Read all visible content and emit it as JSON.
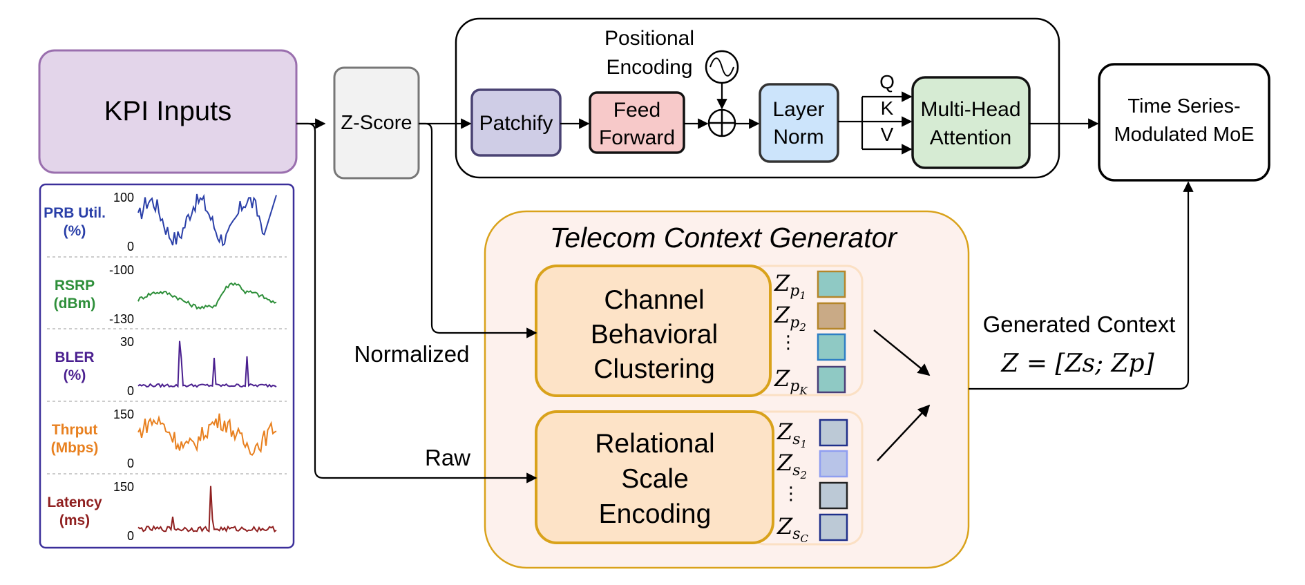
{
  "kpi_box": {
    "label": "KPI Inputs"
  },
  "zscore_box": {
    "label": "Z-Score"
  },
  "encoder": {
    "positional_encoding": [
      "Positional",
      "Encoding"
    ],
    "patchify": "Patchify",
    "feed_forward": [
      "Feed",
      "Forward"
    ],
    "layer_norm": [
      "Layer",
      "Norm"
    ],
    "qkv": [
      "Q",
      "K",
      "V"
    ],
    "attention": [
      "Multi-Head",
      "Attention"
    ]
  },
  "moe_box": {
    "lines": [
      "Time Series-",
      "Modulated MoE"
    ]
  },
  "context_generator": {
    "title": "Telecom Context Generator",
    "clustering": [
      "Channel",
      "Behavioral",
      "Clustering"
    ],
    "scale_encoding": [
      "Relational",
      "Scale",
      "Encoding"
    ],
    "p_tokens": [
      {
        "base": "Z",
        "sub": "p",
        "subsub": "1",
        "color": "#8fc9c4",
        "border": "#b5862a"
      },
      {
        "base": "Z",
        "sub": "p",
        "subsub": "2",
        "color": "#c9aa86",
        "border": "#b5862a"
      },
      {
        "base": "Z",
        "sub": "p",
        "subsub": "K",
        "color": "#8fc9c4",
        "border": "#4a3f78"
      }
    ],
    "p_ellipsis_color": {
      "color": "#8fc9c4",
      "border": "#2e7fc4"
    },
    "s_tokens": [
      {
        "base": "Z",
        "sub": "s",
        "subsub": "1",
        "color": "#bcc9d6",
        "border": "#1f2f8a"
      },
      {
        "base": "Z",
        "sub": "s",
        "subsub": "2",
        "color": "#b8c4e8",
        "border": "#8f9ef0"
      },
      {
        "base": "Z",
        "sub": "s",
        "subsub": "C",
        "color": "#bcc9d6",
        "border": "#1f2f8a"
      }
    ],
    "s_ellipsis_color": {
      "color": "#bcc9d6",
      "border": "#222222"
    }
  },
  "labels": {
    "normalized": "Normalized",
    "raw": "Raw",
    "generated_context": "Generated Context",
    "context_formula": "Z = [Zs; Zp]"
  },
  "kpi_panel": {
    "series": [
      {
        "name": [
          "PRB Util.",
          "(%)"
        ],
        "ymax": "100",
        "ymin": "0",
        "color": "#2a3fa8"
      },
      {
        "name": [
          "RSRP",
          "(dBm)"
        ],
        "ymax": "-100",
        "ymin": "-130",
        "color": "#2e8f3a"
      },
      {
        "name": [
          "BLER",
          "(%)"
        ],
        "ymax": "30",
        "ymin": "0",
        "color": "#4a1f8f"
      },
      {
        "name": [
          "Thrput",
          "(Mbps)"
        ],
        "ymax": "150",
        "ymin": "0",
        "color": "#e8801f"
      },
      {
        "name": [
          "Latency",
          "(ms)"
        ],
        "ymax": "150",
        "ymin": "0",
        "color": "#8f1f1f"
      }
    ]
  },
  "colors": {
    "kpi_fill": "#e3d5ea",
    "kpi_border": "#9a6fae",
    "zscore_fill": "#f2f2f2",
    "zscore_border": "#777777",
    "patchify_fill": "#cfcde6",
    "patchify_border": "#4a4373",
    "ff_fill": "#f7c9c9",
    "ff_border": "#111111",
    "ln_fill": "#cce4fb",
    "ln_border": "#333333",
    "attn_fill": "#d6ebd3",
    "attn_border": "#111111",
    "ctx_fill": "#fdf1ed",
    "ctx_border": "#d9a21b",
    "inner_fill": "#fde3c7",
    "inner_border": "#d9a21b",
    "panel_border": "#3b2f9a"
  }
}
